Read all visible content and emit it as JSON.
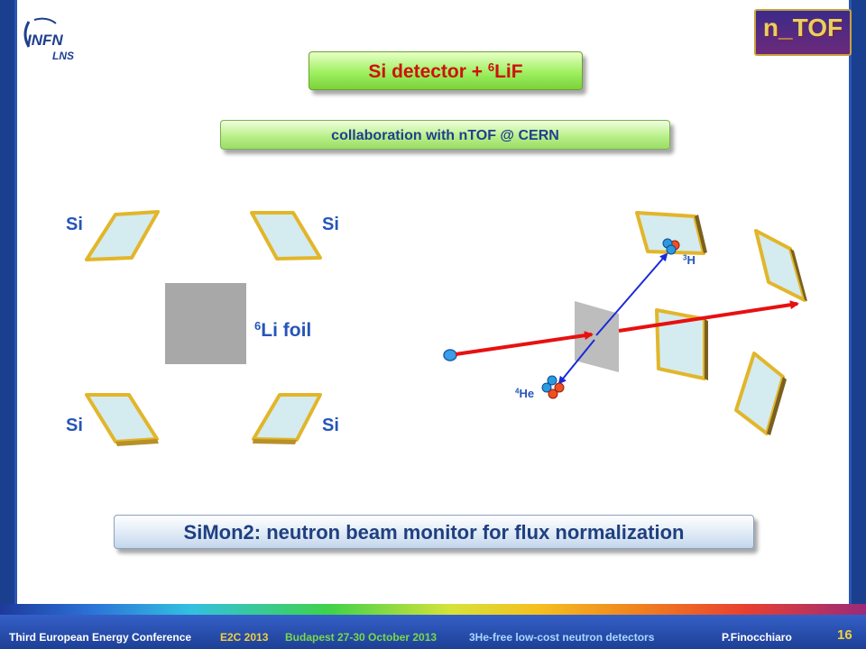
{
  "header": {
    "infn_logo_text": "INFN",
    "lns_logo_text": "LNS",
    "ntof_logo_text": "n_TOF"
  },
  "title": {
    "main": "Si detector + ",
    "sup": "6",
    "tail": "LiF"
  },
  "collaboration": "collaboration with nTOF @ CERN",
  "left_diagram": {
    "si_top_left": "Si",
    "si_top_right": "Si",
    "si_bottom_left": "Si",
    "si_bottom_right": "Si",
    "foil_sup": "6",
    "foil_label": "Li foil"
  },
  "right_diagram": {
    "triton_sup": "3",
    "triton_label": "H",
    "alpha_sup": "4",
    "alpha_label": "He"
  },
  "bottom_banner": "SiMon2: neutron beam monitor for flux normalization",
  "footer": {
    "conference": "Third European Energy Conference",
    "e2c": "E2C 2013",
    "location": "Budapest 27-30 October 2013",
    "topic": "3He-free  low-cost neutron detectors",
    "author": "P.Finocchiaro",
    "page": "16"
  },
  "colors": {
    "title_text": "#d01010",
    "label_blue": "#2655b8",
    "beam_red": "#e81010",
    "track_blue": "#1a2ad8",
    "detector_gold": "#e2b62a",
    "detector_glass": "#d4ebf0",
    "foil_gray": "#a8a8a8"
  }
}
